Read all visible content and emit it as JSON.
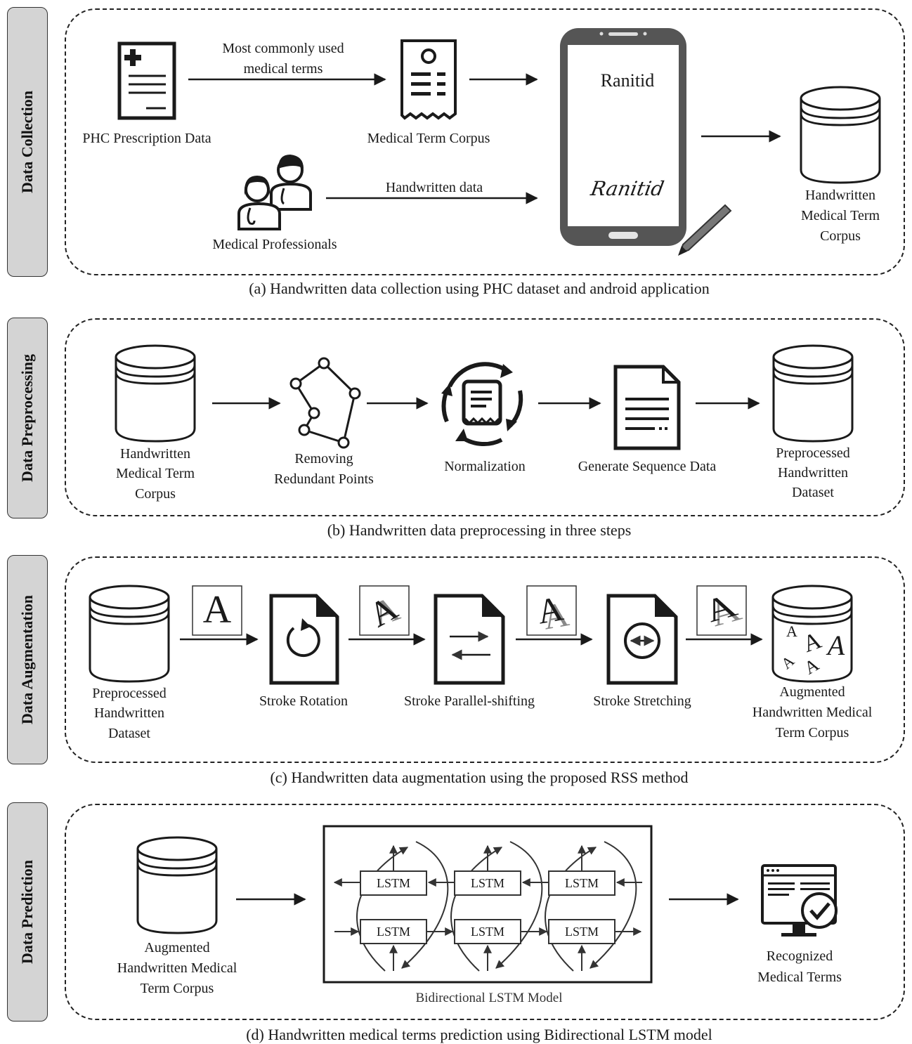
{
  "sections": {
    "collection": {
      "tab": "Data Collection",
      "caption": "(a) Handwritten data collection using PHC dataset and android application",
      "prescription": "PHC Prescription Data",
      "arrow_top_line1": "Most commonly used",
      "arrow_top_line2": "medical terms",
      "corpus": "Medical Term Corpus",
      "handwritten_data": "Handwritten data",
      "professionals": "Medical Professionals",
      "phone_typed": "Ranitid",
      "phone_handwritten": "Ranitid",
      "db_line1": "Handwritten",
      "db_line2": "Medical Term",
      "db_line3": "Corpus"
    },
    "preprocessing": {
      "tab": "Data Preprocessing",
      "caption": "(b) Handwritten data preprocessing in three steps",
      "db_in_line1": "Handwritten",
      "db_in_line2": "Medical Term",
      "db_in_line3": "Corpus",
      "step1_line1": "Removing",
      "step1_line2": "Redundant Points",
      "step2": "Normalization",
      "step3": "Generate Sequence Data",
      "db_out_line1": "Preprocessed",
      "db_out_line2": "Handwritten",
      "db_out_line3": "Dataset"
    },
    "augmentation": {
      "tab": "Data Augmentation",
      "caption": "(c) Handwritten data augmentation using the proposed RSS method",
      "db_in_line1": "Preprocessed",
      "db_in_line2": "Handwritten",
      "db_in_line3": "Dataset",
      "glyph": "A",
      "step1": "Stroke Rotation",
      "step2": "Stroke Parallel-shifting",
      "step3": "Stroke Stretching",
      "db_out_line1": "Augmented",
      "db_out_line2": "Handwritten Medical",
      "db_out_line3": "Term Corpus"
    },
    "prediction": {
      "tab": "Data Prediction",
      "caption": "(d) Handwritten medical terms prediction using Bidirectional LSTM model",
      "db_line1": "Augmented",
      "db_line2": "Handwritten Medical",
      "db_line3": "Term Corpus",
      "lstm_label": "LSTM",
      "model_label": "Bidirectional LSTM Model",
      "out_line1": "Recognized",
      "out_line2": "Medical Terms"
    }
  },
  "colors": {
    "ink": "#1a1a1a",
    "tab_fill": "#d4d4d4",
    "phone": "#555555",
    "glyph_gray": "#888888"
  }
}
